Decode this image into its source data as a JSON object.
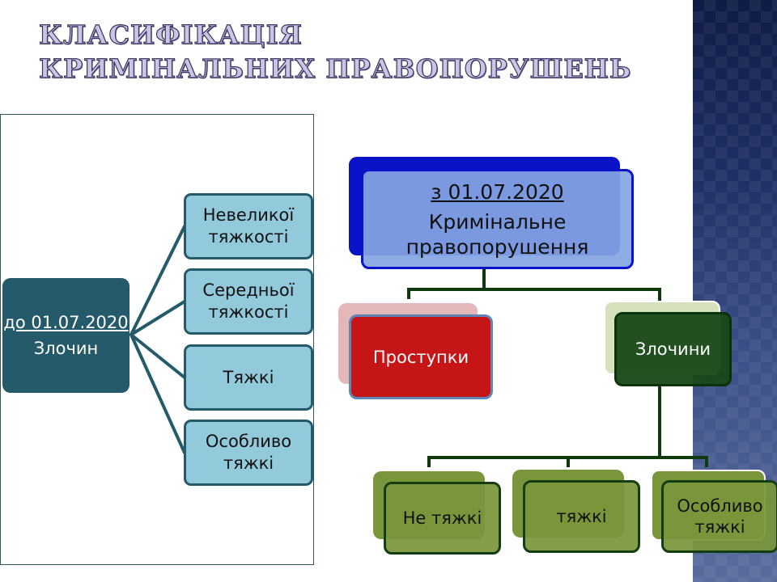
{
  "title": {
    "line1": "КЛАСИФІКАЦІЯ",
    "line2": "КРИМІНАЛЬНИХ ПРАВОПОРУШЕНЬ"
  },
  "colors": {
    "old_root": "#245a6a",
    "old_child": "#92cadb",
    "new_root_fill": "#84a5e2",
    "new_root_border": "#0a13c8",
    "misdemeanor": "#c51517",
    "crimes": "#184818",
    "crime_grades": "#7a963a"
  },
  "old_classification": {
    "root": {
      "date_label": "до 01.07.2020",
      "category": "Злочин"
    },
    "children": [
      {
        "label": "Невеликої тяжкості"
      },
      {
        "label": "Середньої тяжкості"
      },
      {
        "label": "Тяжкі"
      },
      {
        "label": "Особливо тяжкі"
      }
    ]
  },
  "new_classification": {
    "root": {
      "date_label": "з 01.07.2020",
      "category": "Кримінальне правопорушення"
    },
    "branches": [
      {
        "label": "Проступки"
      },
      {
        "label": "Злочини",
        "children": [
          {
            "label": "Не тяжкі"
          },
          {
            "label": "тяжкі"
          },
          {
            "label": "Особливо тяжкі"
          }
        ]
      }
    ]
  }
}
